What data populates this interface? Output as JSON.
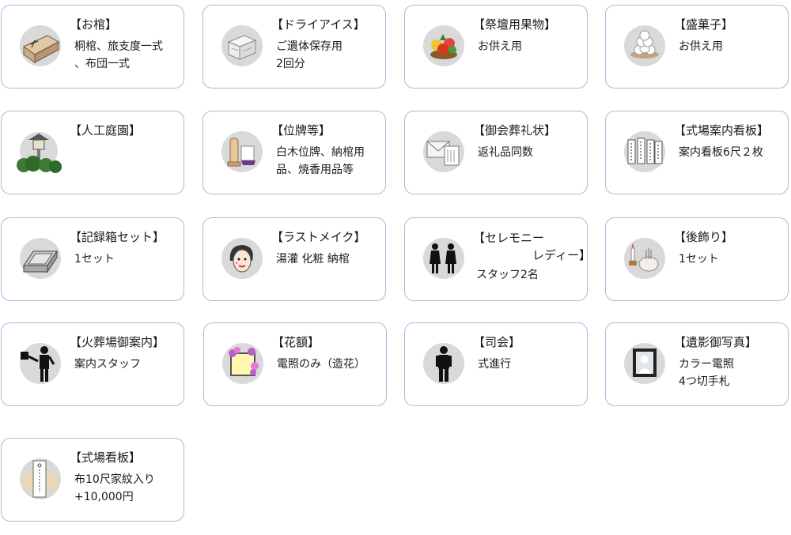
{
  "items": [
    {
      "title": "【お棺】",
      "desc": "桐棺、旅支度一式\n、布団一式",
      "icon": "coffin-icon"
    },
    {
      "title": "【ドライアイス】",
      "desc": "ご遺体保存用\n2回分",
      "icon": "dry-ice-icon"
    },
    {
      "title": "【祭壇用果物】",
      "desc": "お供え用",
      "icon": "fruit-basket-icon"
    },
    {
      "title": "【盛菓子】",
      "desc": "お供え用",
      "icon": "sweets-platter-icon"
    },
    {
      "title": "【人工庭園】",
      "desc": "",
      "icon": "garden-lantern-icon"
    },
    {
      "title": "【位牌等】",
      "desc": "白木位牌、納棺用\n品、焼香用品等",
      "icon": "memorial-tablet-icon"
    },
    {
      "title": "【御会葬礼状】",
      "desc": "返礼品同数",
      "icon": "letter-icon"
    },
    {
      "title": "【式場案内看板】",
      "desc": "案内看板6尺２枚",
      "icon": "signboards-icon"
    },
    {
      "title": "【記録箱セット】",
      "desc": "1セット",
      "icon": "record-box-icon"
    },
    {
      "title": "【ラストメイク】",
      "desc": "湯灌 化粧 納棺",
      "icon": "makeup-face-icon"
    },
    {
      "title": "【セレモニー\n　　　　　レディー】",
      "desc": "スタッフ2名",
      "icon": "ceremony-ladies-icon"
    },
    {
      "title": "【後飾り】",
      "desc": "1セット",
      "icon": "altar-candle-icon"
    },
    {
      "title": "【火葬場御案内】",
      "desc": "案内スタッフ",
      "icon": "guide-person-icon"
    },
    {
      "title": "【花額】",
      "desc": "電照のみ（造花）",
      "icon": "flower-frame-icon"
    },
    {
      "title": "【司会】",
      "desc": "式進行",
      "icon": "mc-person-icon"
    },
    {
      "title": "【遺影御写真】",
      "desc": "カラー電照\n4つ切手札",
      "icon": "portrait-photo-icon"
    },
    {
      "title": "【式場看板】",
      "desc": "布10尺家紋入り\n+10,000円",
      "icon": "venue-sign-icon"
    }
  ]
}
